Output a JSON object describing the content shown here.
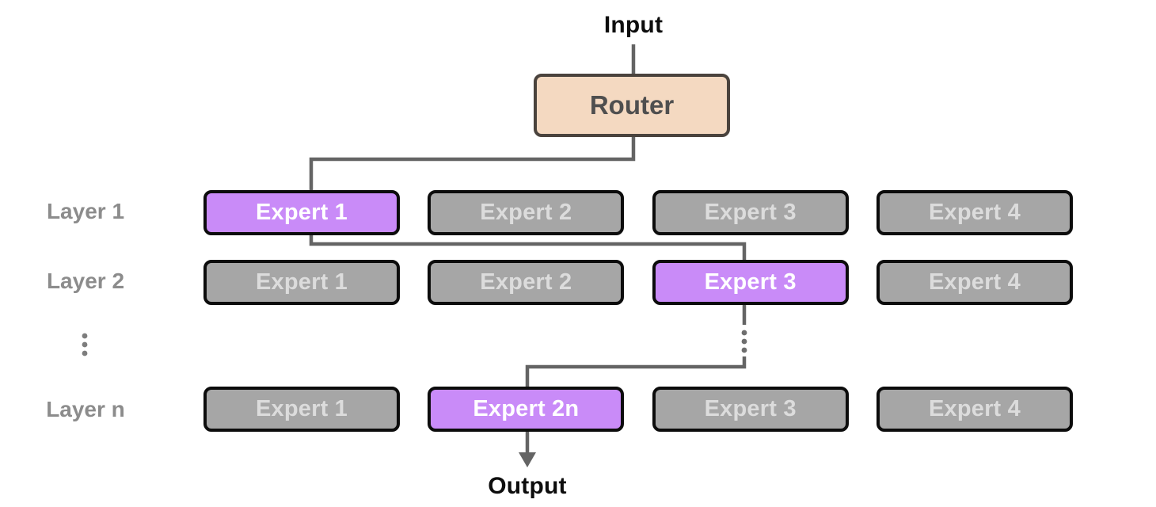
{
  "diagram": {
    "input_label": "Input",
    "router_label": "Router",
    "output_label": "Output",
    "ellipsis_icon": "vertical-ellipsis",
    "rows": [
      {
        "label": "Layer 1",
        "experts": [
          {
            "label": "Expert 1",
            "active": true
          },
          {
            "label": "Expert 2",
            "active": false
          },
          {
            "label": "Expert 3",
            "active": false
          },
          {
            "label": "Expert 4",
            "active": false
          }
        ]
      },
      {
        "label": "Layer 2",
        "experts": [
          {
            "label": "Expert 1",
            "active": false
          },
          {
            "label": "Expert 2",
            "active": false
          },
          {
            "label": "Expert 3",
            "active": true
          },
          {
            "label": "Expert 4",
            "active": false
          }
        ]
      },
      {
        "label": "Layer n",
        "experts": [
          {
            "label": "Expert 1",
            "active": false
          },
          {
            "label": "Expert 2n",
            "active": true
          },
          {
            "label": "Expert 3",
            "active": false
          },
          {
            "label": "Expert 4",
            "active": false
          }
        ]
      }
    ],
    "colors": {
      "active_expert": "#c98bf8",
      "active_expert_text": "#ffffff",
      "inactive_expert": "#a6a6a6",
      "inactive_expert_text": "#dcdcdc",
      "box_border": "#0c0c0c",
      "router_fill": "#f4d9c1",
      "router_border": "#4a433d",
      "router_text": "#4f4f4f",
      "connector": "#646464",
      "layer_label": "#8c8c8c",
      "io_text": "#0d0d0d"
    }
  }
}
